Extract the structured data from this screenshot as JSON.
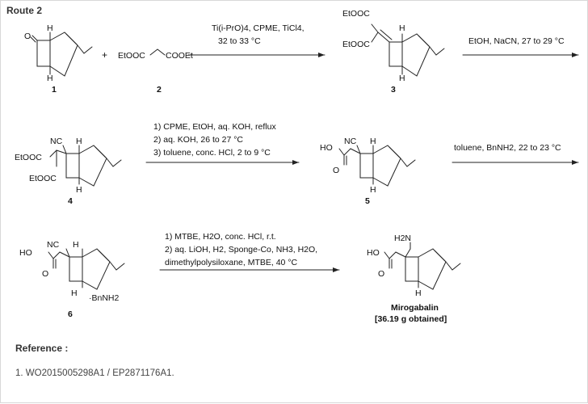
{
  "route_title": "Route 2",
  "reference": {
    "title": "Reference :",
    "items": [
      "1. WO2015005298A1 / EP2871176A1."
    ]
  },
  "scheme": {
    "compound_numbers": [
      "1",
      "2",
      "3",
      "4",
      "5",
      "6"
    ],
    "plus_sign": "+",
    "reagent_2_left": "EtOOC",
    "reagent_2_right": "COOEt",
    "step1_line1": "Ti(i-PrO)4, CPME, TiCl4,",
    "step1_line2": "32 to 33 °C",
    "step2": "EtOH, NaCN, 27 to 29 °C",
    "step3_lines": [
      "1) CPME, EtOH, aq. KOH, reflux",
      "2) aq. KOH, 26 to 27 °C",
      "3) toluene, conc. HCl, 2 to 9 °C"
    ],
    "step4": "toluene, BnNH2, 22 to 23 °C",
    "step5_lines": [
      "1) MTBE, H2O, conc. HCl, r.t.",
      "2) aq. LiOH, H2, Sponge-Co, NH3, H2O,",
      "dimethylpolysiloxane, MTBE, 40 °C"
    ],
    "product_name": "Mirogabalin",
    "product_yield": "[36.19 g obtained]",
    "atom_labels": {
      "O": "O",
      "H": "H",
      "HO": "HO",
      "NC": "NC",
      "EtOOC": "EtOOC",
      "BnNH2": "·BnNH2",
      "H2N": "H2N"
    }
  }
}
